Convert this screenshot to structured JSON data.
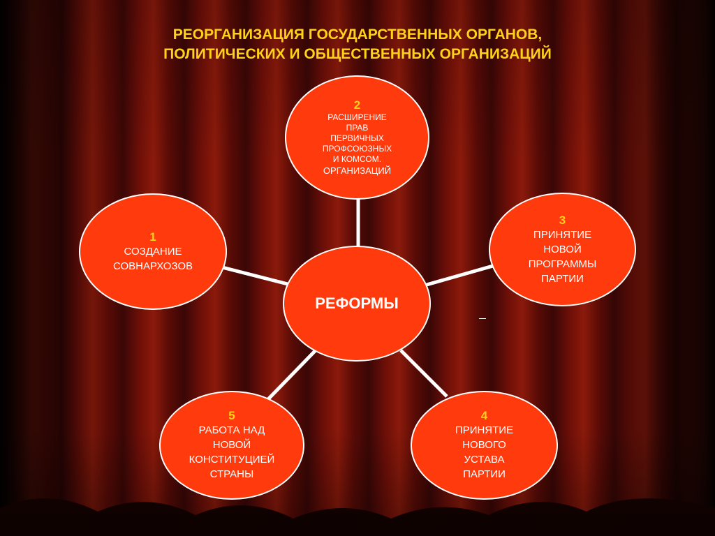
{
  "title": {
    "line1": "РЕОРГАНИЗАЦИЯ ГОСУДАРСТВЕННЫХ ОРГАНОВ,",
    "line2": "ПОЛИТИЧЕСКИХ И ОБЩЕСТВЕННЫХ ОРГАНИЗАЦИЙ"
  },
  "center": {
    "label": "РЕФОРМЫ"
  },
  "nodes": [
    {
      "number": "1",
      "label": "СОЗДАНИЕ\nСОВНАРХОЗОВ"
    },
    {
      "number": "2",
      "label": "РАСШИРЕНИЕ\nПРАВ\nПЕРВИЧНЫХ\nПРОФСОЮЗНЫХ\nИ КОМСОМ.",
      "label_last": "ОРГАНИЗАЦИЙ"
    },
    {
      "number": "3",
      "label": "ПРИНЯТИЕ\nНОВОЙ\nПРОГРАММЫ\nПАРТИИ"
    },
    {
      "number": "4",
      "label": "ПРИНЯТИЕ\nНОВОГО\nУСТАВА\nПАРТИИ"
    },
    {
      "number": "5",
      "label": "РАБОТА НАД\nНОВОЙ\nКОНСТИТУЦИЕЙ\nСТРАНЫ"
    }
  ],
  "colors": {
    "node_fill": "#ff3a0d",
    "node_border": "#ffffff",
    "number_color": "#ffd21a",
    "title_color": "#ffd21a",
    "connector": "#ffffff",
    "background": "#6e0f08"
  }
}
